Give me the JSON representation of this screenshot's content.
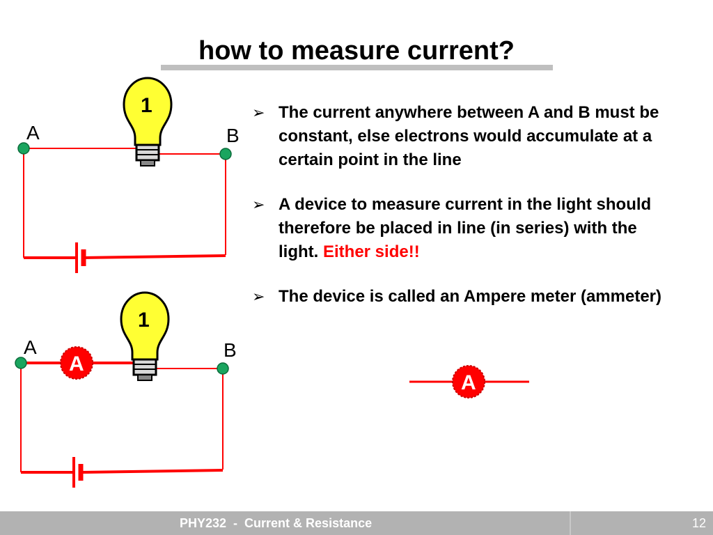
{
  "slide": {
    "title": "how to measure current?",
    "bullets": [
      {
        "text": "The current anywhere between A and B must be constant, else electrons would accumulate at a certain point in the line",
        "accent": ""
      },
      {
        "text": "A device to measure current in the light should therefore be placed in line (in series) with the light.",
        "accent": "Either side!!"
      },
      {
        "text": "The device is called an Ampere meter (ammeter)",
        "accent": ""
      }
    ],
    "bullet_marker": "➢",
    "accent_color": "#ff0000",
    "wire_color": "#ff0000",
    "node_color": "#1aa55f",
    "bulb_color": "#ffff33"
  },
  "diagram": {
    "point_a": "A",
    "point_b": "B",
    "bulb_label": "1",
    "meter_label": "A"
  },
  "footer": {
    "course": "PHY232  -  Current & Resistance",
    "page": "12"
  }
}
